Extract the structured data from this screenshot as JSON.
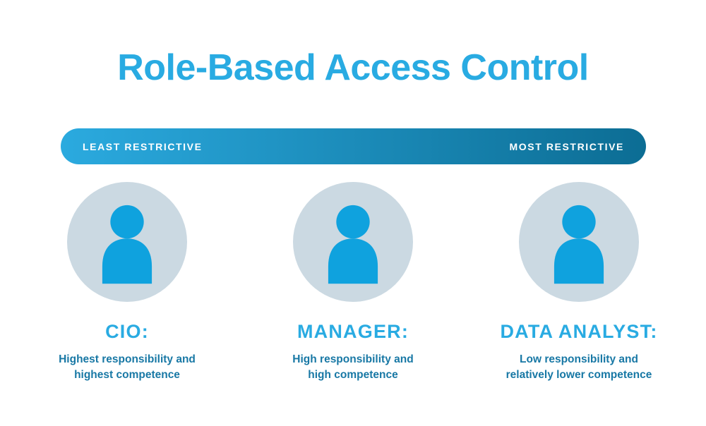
{
  "title": "Role-Based Access Control",
  "bar": {
    "left_label": "LEAST RESTRICTIVE",
    "right_label": "MOST RESTRICTIVE"
  },
  "roles": [
    {
      "title": "CIO:",
      "desc_line1": "Highest responsibility and",
      "desc_line2": "highest competence",
      "icon": "person-silhouette-icon"
    },
    {
      "title": "MANAGER:",
      "desc_line1": "High responsibility and",
      "desc_line2": "high competence",
      "icon": "person-silhouette-icon"
    },
    {
      "title": "DATA ANALYST:",
      "desc_line1": "Low responsibility and",
      "desc_line2": "relatively lower competence",
      "icon": "person-silhouette-icon"
    }
  ],
  "colors": {
    "title_blue": "#29ABE2",
    "icon_blue": "#0FA2DE",
    "circle_bg": "#CBD9E2",
    "desc_blue": "#1878A5",
    "bar_left": "#2BAADF",
    "bar_right": "#0C6D94",
    "bar_text": "#FFFFFF",
    "page_bg": "#FFFFFF"
  }
}
